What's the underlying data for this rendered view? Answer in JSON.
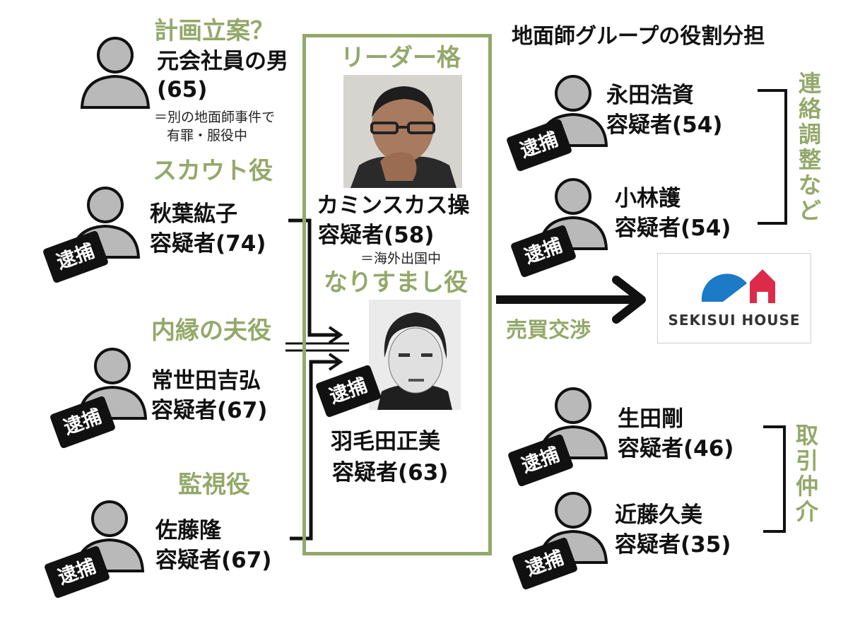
{
  "title": "地面師グループの役割分担",
  "badge": "逮捕",
  "left": {
    "planner": {
      "role": "計画立案？",
      "name_line1": "元会社員の男",
      "name_line2": "(65)",
      "note_line1": "＝別の地面師事件で",
      "note_line2": "有罪・服役中"
    },
    "scout": {
      "role": "スカウト役",
      "name_line1": "秋葉紘子",
      "name_line2": "容疑者(74)"
    },
    "husband": {
      "role": "内縁の夫役",
      "name_line1": "常世田吉弘",
      "name_line2": "容疑者(67)"
    },
    "monitor": {
      "role": "監視役",
      "name_line1": "佐藤隆",
      "name_line2": "容疑者(67)"
    }
  },
  "center": {
    "leader": {
      "role": "リーダー格",
      "name_line1": "カミンスカス操",
      "name_line2": "容疑者(58)",
      "note": "＝海外出国中"
    },
    "impostor": {
      "role": "なりすまし役",
      "name_line1": "羽毛田正美",
      "name_line2": "容疑者(63)"
    }
  },
  "right": {
    "liaison_group": {
      "role_chars": [
        "連",
        "絡",
        "調",
        "整",
        "な",
        "ど"
      ],
      "members": [
        {
          "name_line1": "永田浩資",
          "name_line2": "容疑者(54)"
        },
        {
          "name_line1": "小林護",
          "name_line2": "容疑者(54)"
        }
      ]
    },
    "broker_group": {
      "role_chars": [
        "取",
        "引",
        "仲",
        "介"
      ],
      "members": [
        {
          "name_line1": "生田剛",
          "name_line2": "容疑者(46)"
        },
        {
          "name_line1": "近藤久美",
          "name_line2": "容疑者(35)"
        }
      ]
    },
    "negotiation_label": "売買交渉",
    "company_logo_text": "SEKISUI HOUSE"
  },
  "colors": {
    "accent_green": "#94a86a",
    "person_gray": "#b9b9b9",
    "badge_black": "#111111",
    "logo_blue": "#1c7ac7",
    "logo_red": "#dc2b4a"
  },
  "icons": {
    "person": "person-silhouette-icon",
    "arrow": "arrow-right-icon",
    "bracket": "bracket-icon"
  }
}
